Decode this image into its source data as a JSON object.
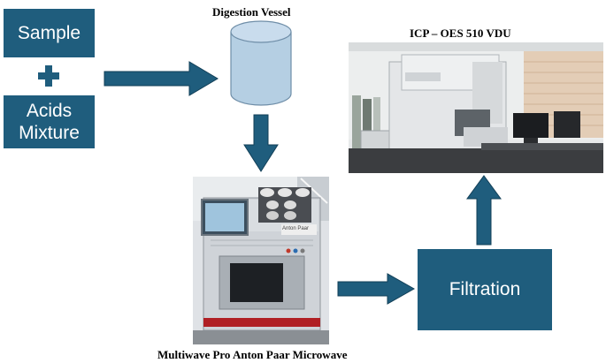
{
  "boxes": {
    "sample": "Sample",
    "acids_line1": "Acids",
    "acids_line2": "Mixture",
    "filtration": "Filtration"
  },
  "captions": {
    "digestion_vessel": "Digestion Vessel",
    "icp": "ICP – OES 510 VDU",
    "microwave": "Multiwave Pro Anton Paar Microwave"
  },
  "device_label": "Anton Paar",
  "colors": {
    "box": "#1f5d7d",
    "arrow": "#1f5d7d",
    "cylinder": "#b5cfe3"
  }
}
